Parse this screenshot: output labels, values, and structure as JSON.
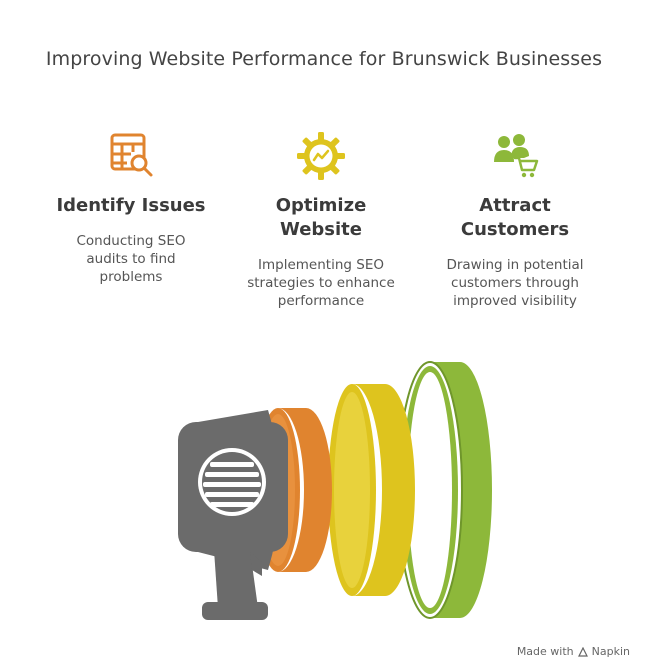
{
  "title": "Improving Website Performance for Brunswick Businesses",
  "steps": [
    {
      "heading": "Identify Issues",
      "description": "Conducting SEO audits to find problems",
      "icon": "audit-table-magnifier-icon",
      "color": "#E0842F"
    },
    {
      "heading_line1": "Optimize",
      "heading_line2": "Website",
      "description": "Implementing SEO strategies to enhance performance",
      "icon": "gear-trend-icon",
      "color": "#DEC41E"
    },
    {
      "heading_line1": "Attract",
      "heading_line2": "Customers",
      "description": "Drawing in potential customers through improved visibility",
      "icon": "people-cart-icon",
      "color": "#8DB83A"
    }
  ],
  "footer": {
    "made_with": "Made with",
    "brand": "Napkin"
  },
  "colors": {
    "megaphone_body": "#6B6B6B",
    "ring_orange": "#E0842F",
    "ring_yellow": "#DEC41E",
    "ring_green": "#8DB83A"
  }
}
